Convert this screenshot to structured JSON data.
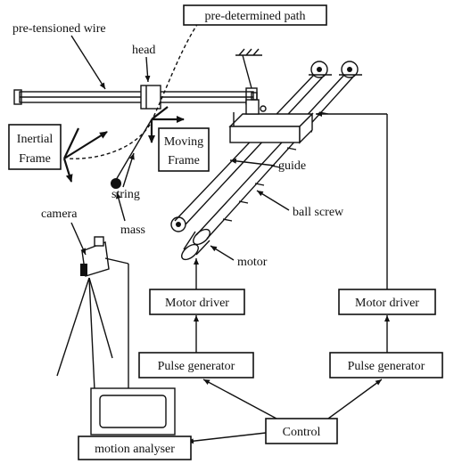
{
  "labels": {
    "pretensioned_wire": "pre-tensioned wire",
    "predetermined_path": "pre-determined path",
    "head": "head",
    "inertial_frame_1": "Inertial",
    "inertial_frame_2": "Frame",
    "moving_frame_1": "Moving",
    "moving_frame_2": "Frame",
    "string": "string",
    "mass": "mass",
    "guide": "guide",
    "ball_screw": "ball screw",
    "motor": "motor",
    "camera": "camera",
    "motion_analyser": "motion analyser"
  },
  "boxes": {
    "motor_driver_left": "Motor driver",
    "motor_driver_right": "Motor driver",
    "pulse_generator_left": "Pulse generator",
    "pulse_generator_right": "Pulse generator",
    "control": "Control"
  }
}
